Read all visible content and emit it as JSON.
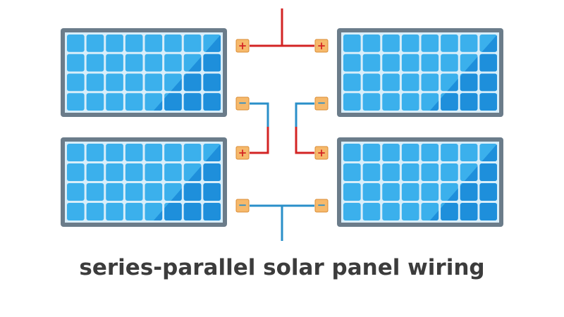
{
  "caption": "series-parallel solar panel wiring",
  "panels": [
    {
      "id": "top-left"
    },
    {
      "id": "top-right"
    },
    {
      "id": "bottom-left"
    },
    {
      "id": "bottom-right"
    }
  ],
  "terminals": {
    "positive_symbol": "+",
    "negative_symbol": "−"
  },
  "colors": {
    "frame": "#6b7c8a",
    "cell_light": "#3bb0ec",
    "cell_dark": "#1e8fdb",
    "gap": "#d8eefa",
    "terminal_fill": "#f6b96b",
    "terminal_border": "#d98c36",
    "positive_wire": "#d32424",
    "negative_wire": "#2a8fc9",
    "caption": "#3c3c3c"
  }
}
